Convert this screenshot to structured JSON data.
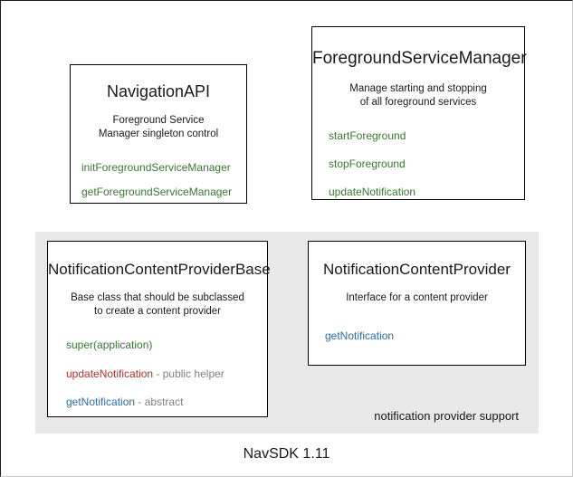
{
  "diagram": {
    "footer_version": "NavSDK 1.11",
    "panel": {
      "label": "notification provider support"
    },
    "boxes": [
      {
        "id": "navigation-api",
        "title": "NavigationAPI",
        "desc_line1": "Foreground Service",
        "desc_line2": "Manager singleton control",
        "members": [
          {
            "name": "initForegroundServiceManager",
            "color": "green",
            "note": ""
          },
          {
            "name": "getForegroundServiceManager",
            "color": "green",
            "note": ""
          }
        ]
      },
      {
        "id": "foreground-service-manager",
        "title": "ForegroundServiceManager",
        "desc_line1": "Manage starting and stopping",
        "desc_line2": "of all foreground services",
        "members": [
          {
            "name": "startForeground",
            "color": "green",
            "note": ""
          },
          {
            "name": "stopForeground",
            "color": "green",
            "note": ""
          },
          {
            "name": "updateNotification",
            "color": "green",
            "note": ""
          }
        ]
      },
      {
        "id": "notification-content-provider-base",
        "title": "NotificationContentProviderBase",
        "desc_line1": "Base class that should be subclassed",
        "desc_line2": "to create a content provider",
        "members": [
          {
            "name": "super(application)",
            "color": "green",
            "note": ""
          },
          {
            "name": "updateNotification",
            "color": "red",
            "note": " - public helper"
          },
          {
            "name": "getNotification",
            "color": "blue",
            "note": " - abstract"
          }
        ]
      },
      {
        "id": "notification-content-provider",
        "title": "NotificationContentProvider",
        "desc_line1": "Interface for a content provider",
        "desc_line2": "",
        "members": [
          {
            "name": "getNotification",
            "color": "blue",
            "note": ""
          }
        ]
      }
    ]
  },
  "colors": {
    "green": "#3a7735",
    "red": "#b5302a",
    "blue": "#2e6da4",
    "note_gray": "#808080",
    "panel_bg": "#e8e8e8",
    "box_border": "#000000",
    "canvas_bg": "#ffffff"
  }
}
